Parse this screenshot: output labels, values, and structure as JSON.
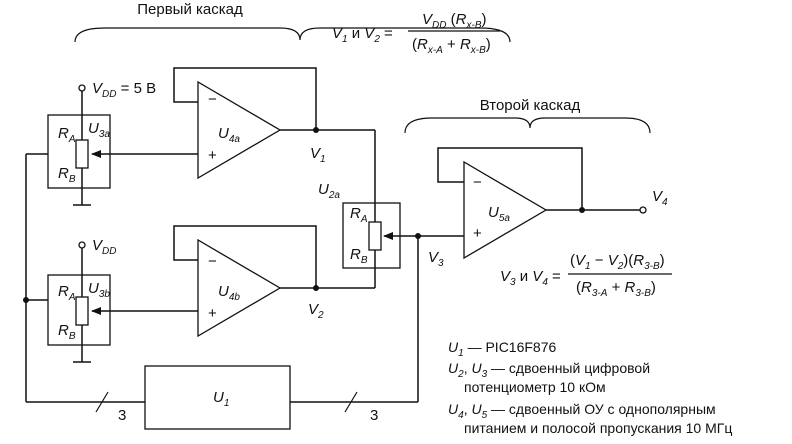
{
  "stage1": {
    "title": "Первый каскад"
  },
  "stage2": {
    "title": "Второй каскад"
  },
  "vdd_top": {
    "prefix": "V",
    "sub": "DD",
    "suffix": " = 5 В"
  },
  "vdd_bottom": {
    "prefix": "V",
    "sub": "DD"
  },
  "formula1": {
    "lhs": "V1 и V2 =",
    "num": "VDD (Rx-B)",
    "den": "(Rx-A + Rx-B)"
  },
  "formula2": {
    "lhs": "V3 и V4 =",
    "num": "(V1 − V2)(R3-B)",
    "den": "(R3-A + R3-B)"
  },
  "components": {
    "u3a": "U3a",
    "u3b": "U3b",
    "u4a": "U4a",
    "u4b": "U4b",
    "u2a": "U2a",
    "u5a": "U5a",
    "u1": "U1",
    "ra": "RA",
    "rb": "RB"
  },
  "nodes": {
    "v1": "V1",
    "v2": "V2",
    "v3": "V3",
    "v4": "V4"
  },
  "bus_width": "3",
  "legend": [
    {
      "ref": "U1",
      "text": " — PIC16F876"
    },
    {
      "ref": "U2, U3",
      "text": " — сдвоенный цифровой"
    },
    {
      "ref": "",
      "text": "потенциометр 10 кОм"
    },
    {
      "ref": "U4, U5",
      "text": " — сдвоенный ОУ с однополярным"
    },
    {
      "ref": "",
      "text": "питанием и полосой пропускания 10 МГц"
    }
  ]
}
